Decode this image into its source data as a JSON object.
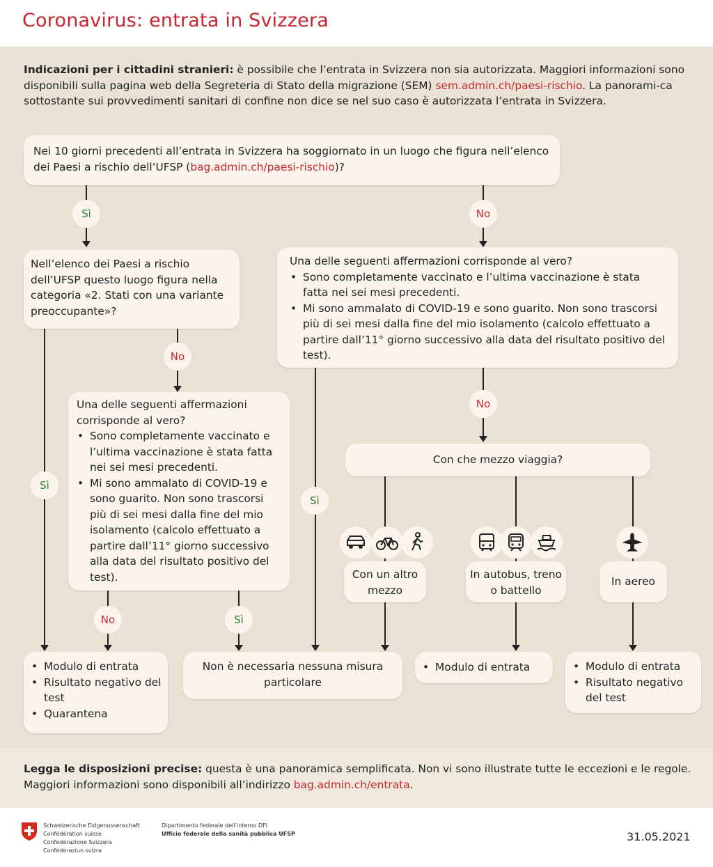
{
  "title": "Coronavirus: entrata in Svizzera",
  "intro": {
    "bold": "Indicazioni per i cittadini stranieri:",
    "text1": " è possibile che l’entrata in Svizzera non sia autorizzata. Maggiori informazioni sono disponibili sulla pagina web della Segreteria di Stato della migrazione (SEM) ",
    "link": "sem.admin.ch/paesi-rischio",
    "text2": ". La panorami-ca sottostante sui provvedimenti sanitari di confine non dice se nel suo caso è autorizzata l’entrata in Svizzera."
  },
  "q1": {
    "text": "Nei 10 giorni precedenti all’entrata in Svizzera ha soggiornato in un luogo che figura nell’elenco dei Paesi a rischio dell’UFSP (",
    "link": "bag.admin.ch/paesi-rischio",
    "end": ")?"
  },
  "q2": "Nell’elenco dei Paesi a rischio dell’UFSP questo luogo figura nella categoria «2. Stati con una variante preoccupante»?",
  "q3": {
    "heading": "Una delle seguenti affermazioni corrisponde al vero?",
    "items": [
      "Sono completamente vaccinato e l’ultima vaccinazione è stata fatta nei sei mesi precedenti.",
      "Mi sono ammalato di COVID-19 e sono guarito. Non sono trascorsi più di sei mesi dalla fine del mio isolamento (calcolo effettuato a partire dall’11° giorno successivo alla data del risultato positivo del test)."
    ]
  },
  "q4": {
    "heading": "Una delle seguenti affermazioni corrisponde al vero?",
    "items": [
      "Sono completamente vaccinato e l’ultima vaccinazione è stata fatta nei sei mesi precedenti.",
      "Mi sono ammalato di COVID-19 e sono guarito. Non sono trascorsi più di sei mesi dalla fine del mio isolamento (calcolo effettuato a partire dall’11° giorno successivo alla data del risultato positivo del test)."
    ]
  },
  "q5": "Con che mezzo viaggia?",
  "labels": {
    "yes": "Sì",
    "no": "No"
  },
  "transport": {
    "other": "Con un altro mezzo",
    "public": "In autobus, treno o battello",
    "plane": "In aereo"
  },
  "outcomes": {
    "o1": [
      "Modulo di entrata",
      "Risultato negativo del test",
      "Quarantena"
    ],
    "o2": "Non è necessaria nessuna misura particolare",
    "o3": [
      "Modulo di entrata"
    ],
    "o4": [
      "Modulo di entrata",
      "Risultato negativo del test"
    ]
  },
  "footer": {
    "bold": "Legga le disposizioni precise:",
    "text1": " questa è una panoramica semplificata. Non vi sono illustrate tutte le eccezioni e le regole. Maggiori informazioni sono disponibili all’indirizzo ",
    "link": "bag.admin.ch/entrata",
    "text2": "."
  },
  "federal": {
    "names": [
      "Schweizerische Eidgenossenschaft",
      "Confédération suisse",
      "Confederazione Svizzera",
      "Confederaziun svizra"
    ],
    "dept": "Dipartimento federale dell’interno DFI",
    "office": "Ufficio federale della sanità pubblica UFSP"
  },
  "date": "31.05.2021",
  "colors": {
    "accent": "#c8262f",
    "yes": "#2f7d3a",
    "band": "#e9e1d4",
    "box": "#faf4ec"
  },
  "icons": [
    "car-icon",
    "bicycle-icon",
    "pedestrian-icon",
    "bus-icon",
    "train-icon",
    "ship-icon",
    "airplane-icon",
    "swiss-cross-icon"
  ]
}
